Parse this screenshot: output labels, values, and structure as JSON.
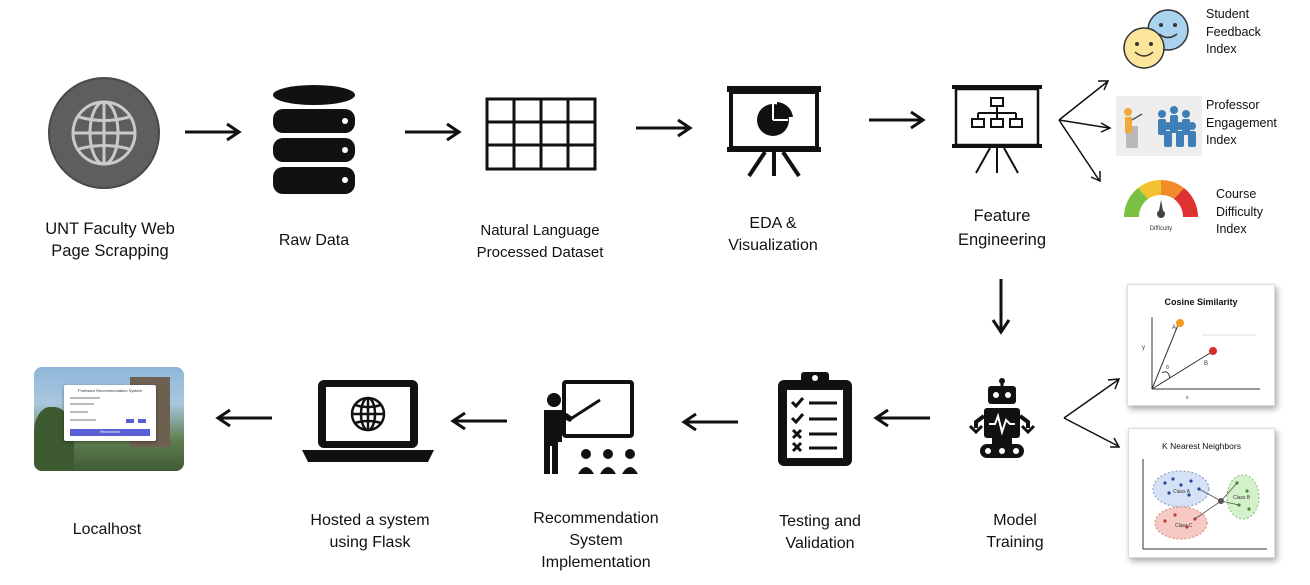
{
  "steps": {
    "scraping": "UNT Faculty Web Page Scrapping",
    "raw_data": "Raw Data",
    "nlp_dataset": "Natural Language Processed Dataset",
    "eda": "EDA & Visualization",
    "feature_engineering": "Feature Engineering",
    "model_training": "Model Training",
    "testing": "Testing and Validation",
    "recommendation": "Recommendation System Implementation",
    "flask": "Hosted a system using Flask",
    "localhost": "Localhost"
  },
  "features": {
    "student_feedback": "Student Feedback Index",
    "professor_engagement": "Professor Engagement Index",
    "course_difficulty": "Course Difficulty Index",
    "gauge_caption": "Difficulty"
  },
  "models": {
    "cosine": {
      "title": "Cosine Similarity",
      "point_a": "A",
      "point_b": "B",
      "axis_y": "y",
      "axis_x": "x",
      "angle": "θ"
    },
    "knn": {
      "title": "K Nearest Neighbors",
      "class_a": "Class A",
      "class_b": "Class B",
      "class_c": "Class C"
    }
  },
  "screenshot": {
    "app_title": "Professor Recommendation System",
    "submit": "Recommend"
  }
}
